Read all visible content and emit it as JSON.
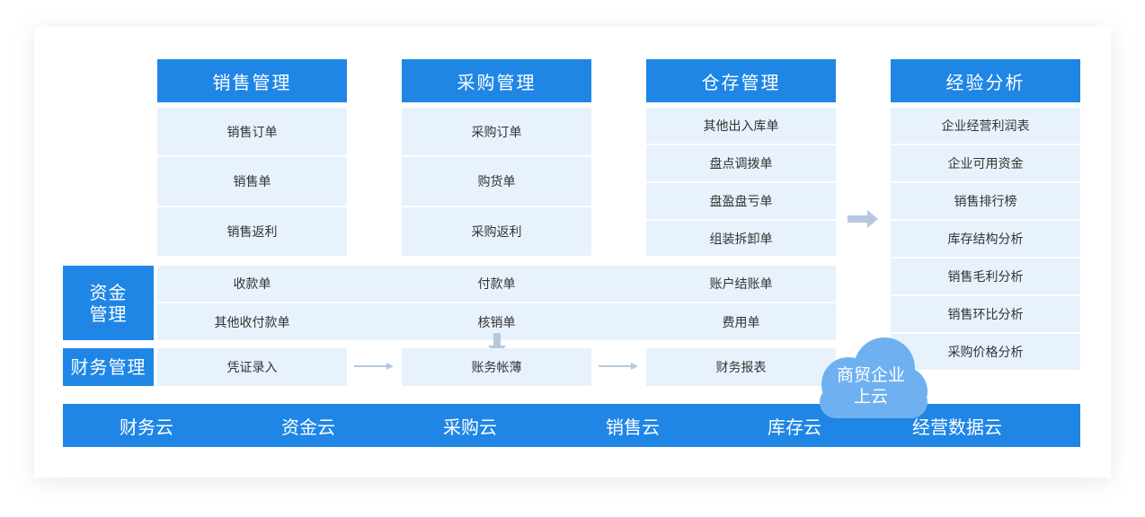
{
  "modules": [
    {
      "title": "销售管理",
      "items": [
        "销售订单",
        "销售单",
        "销售返利"
      ]
    },
    {
      "title": "采购管理",
      "items": [
        "采购订单",
        "购货单",
        "采购返利"
      ]
    },
    {
      "title": "仓存管理",
      "items": [
        "其他出入库单",
        "盘点调拨单",
        "盘盈盘亏单",
        "组装拆卸单"
      ]
    },
    {
      "title": "经验分析",
      "items": [
        "企业经营利润表",
        "企业可用资金",
        "销售排行榜",
        "库存结构分析",
        "销售毛利分析",
        "销售环比分析",
        "采购价格分析"
      ]
    }
  ],
  "funds": {
    "label_line1": "资金",
    "label_line2": "管理",
    "row1": [
      "收款单",
      "付款单",
      "账户结账单"
    ],
    "row2": [
      "其他收付款单",
      "核销单",
      "费用单"
    ]
  },
  "finance": {
    "label": "财务管理",
    "items": [
      "凭证录入",
      "账务帐薄",
      "财务报表"
    ]
  },
  "cloud": {
    "line1": "商贸企业",
    "line2": "上云"
  },
  "bottom_bar": [
    "财务云",
    "资金云",
    "采购云",
    "销售云",
    "库存云",
    "经营数据云"
  ],
  "colors": {
    "primary": "#1f86e6",
    "cell_bg": "#e8f2fd",
    "cloud": "#6fb1f0",
    "arrow": "#b5c8dd"
  }
}
